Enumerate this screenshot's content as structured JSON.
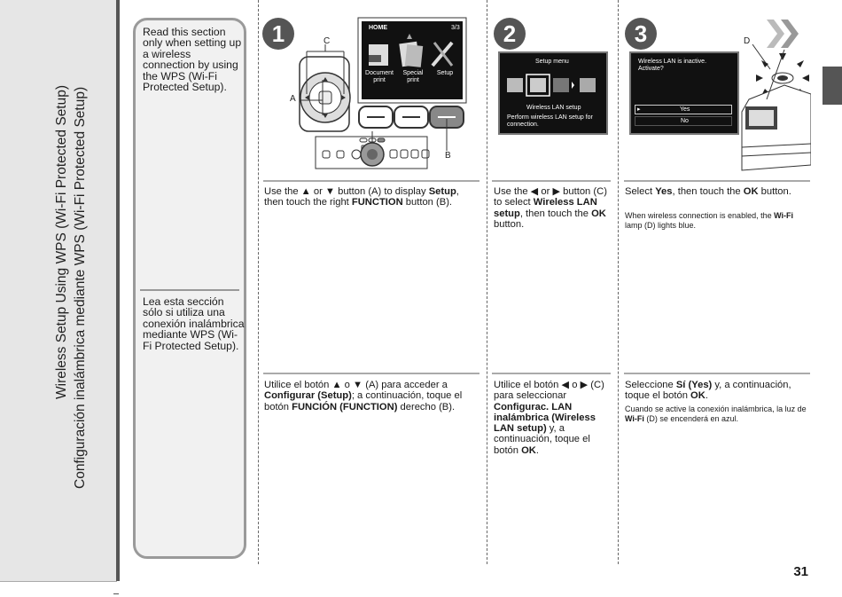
{
  "sidebar": {
    "title_en": "Wireless Setup Using WPS (Wi-Fi Protected Setup)",
    "title_es": "Configuración inalámbrica mediante WPS (Wi-Fi Protected Setup)"
  },
  "note": {
    "en": "Read this section only when setting up a wireless connection by using the WPS (Wi-Fi Protected Setup).",
    "es": "Lea esta sección sólo si utiliza una conexión inalámbrica mediante WPS (Wi-Fi Protected Setup)."
  },
  "steps": [
    {
      "number": "1",
      "labels": {
        "a": "A",
        "b": "B",
        "c": "C"
      },
      "screen": {
        "home": "HOME",
        "page": "3/3",
        "item1": "Document print",
        "item2": "Special print",
        "item3": "Setup"
      },
      "en": {
        "t1": "Use the ",
        "t2": " or ",
        "t3": " button (A) to display ",
        "b1": "Setup",
        "t4": ", then touch the right ",
        "b2": "FUNCTION",
        "t5": " button (B)."
      },
      "es": {
        "t1": "Utilice el botón ",
        "t2": " o ",
        "t3": " (A) para acceder a ",
        "b1": "Configurar (Setup)",
        "t4": "; a continuación, toque el botón ",
        "b2": "FUNCIÓN (FUNCTION)",
        "t5": " derecho (B)."
      }
    },
    {
      "number": "2",
      "screen": {
        "header": "Setup menu",
        "item": "Wireless LAN setup",
        "desc": "Perform wireless LAN setup for connection."
      },
      "en": {
        "t1": "Use the ",
        "t2": " or ",
        "t3": " button (C) to select ",
        "b1": "Wireless LAN setup",
        "t4": ", then touch the ",
        "b2": "OK",
        "t5": " button."
      },
      "es": {
        "t1": "Utilice el botón ",
        "t2": " o ",
        "t3": " (C) para seleccionar ",
        "b1": "Configurac. LAN inalámbrica (Wireless LAN setup)",
        "t4": " y, a continuación, toque el botón ",
        "b2": "OK",
        "t5": "."
      }
    },
    {
      "number": "3",
      "labels": {
        "d": "D"
      },
      "screen": {
        "msg": "Wireless LAN is inactive. Activate?",
        "yes": "Yes",
        "no": "No"
      },
      "en": {
        "t1": "Select ",
        "b1": "Yes",
        "t2": ", then touch the ",
        "b2": "OK",
        "t3": " button.",
        "n1": "When wireless connection is enabled, the ",
        "nb": "Wi-Fi",
        "n2": " lamp (D) lights blue."
      },
      "es": {
        "t1": "Seleccione ",
        "b1": "Sí (Yes)",
        "t2": " y, a continuación, toque el botón ",
        "b2": "OK",
        "t3": ".",
        "n1": "Cuando se active la conexión inalámbrica, la luz de ",
        "nb": "Wi-Fi",
        "n2": " (D) se encenderá en azul."
      }
    }
  ],
  "page_number": "31"
}
